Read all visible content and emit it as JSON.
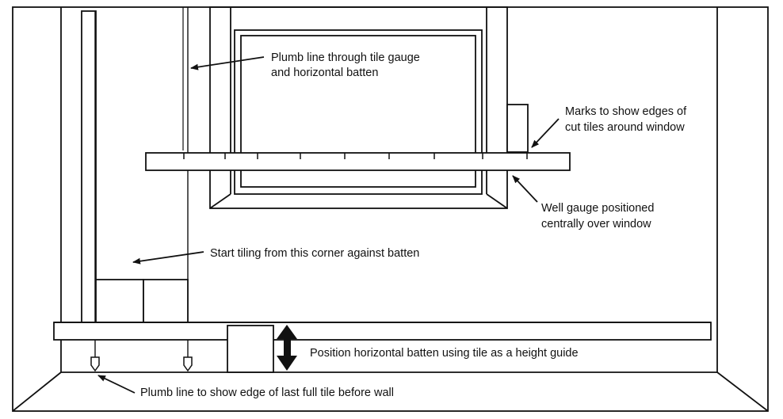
{
  "annotations": {
    "plumb_line_gauge": [
      "Plumb line through tile gauge",
      "and horizontal batten"
    ],
    "marks_edges": [
      "Marks to show edges of",
      "cut tiles around window"
    ],
    "well_gauge": [
      "Well gauge positioned",
      "centrally over window"
    ],
    "start_tiling": [
      "Start tiling from this corner against batten"
    ],
    "position_batten": [
      "Position horizontal batten using tile as a height guide"
    ],
    "plumb_line_last_tile": [
      "Plumb line to show edge of last full tile before wall"
    ]
  }
}
